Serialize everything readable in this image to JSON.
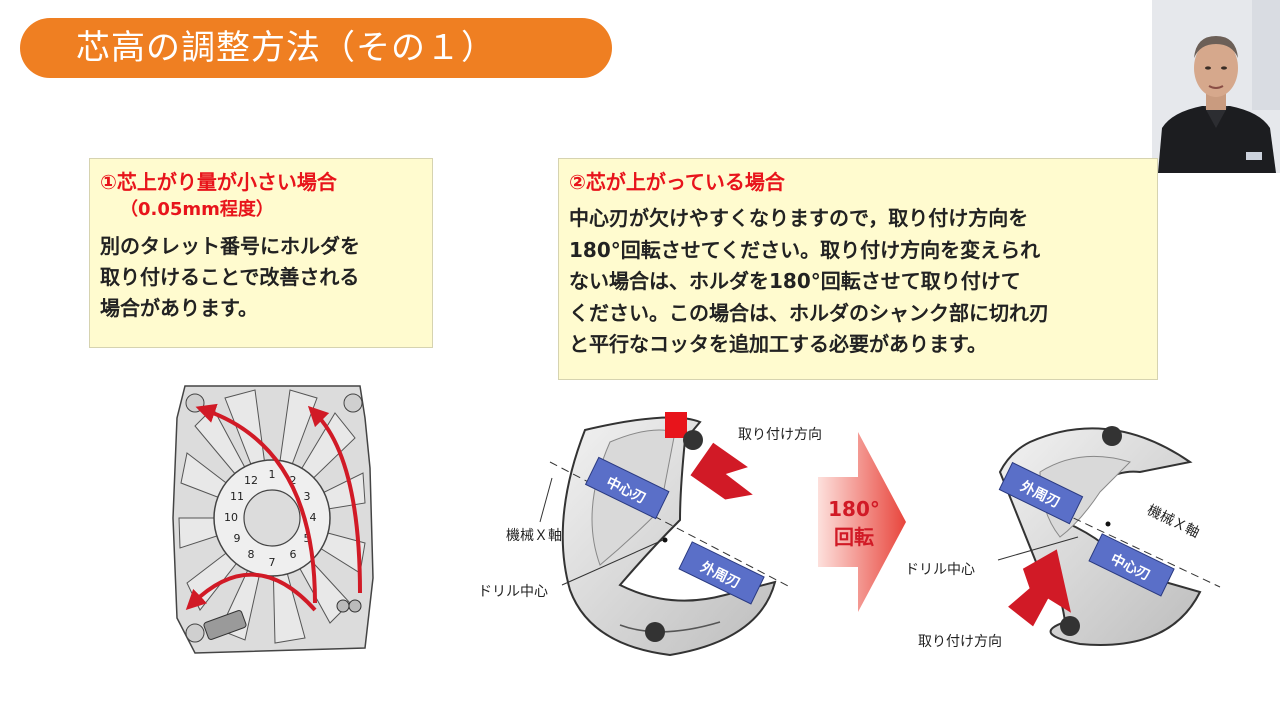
{
  "title": "芯高の調整方法（その１）",
  "case1": {
    "heading": "①芯上がり量が小さい場合",
    "sub": "（0.05mm程度）",
    "lines": [
      "別のタレット番号にホルダを",
      "取り付けることで改善される",
      "場合があります。"
    ]
  },
  "case2": {
    "heading": "②芯が上がっている場合",
    "lines": [
      "中心刃が欠けやすくなりますので，取り付け方向を",
      "180°回転させてください。取り付け方向を変えられ",
      "ない場合は、ホルダを180°回転させて取り付けて",
      "ください。この場合は、ホルダのシャンク部に切れ刃",
      "と平行なコッタを追加工する必要があります。"
    ]
  },
  "turret": {
    "numbers": [
      "1",
      "2",
      "3",
      "4",
      "5",
      "6",
      "7",
      "8",
      "9",
      "10",
      "11",
      "12"
    ]
  },
  "left_drill": {
    "mount_direction": "取り付け方向",
    "machine_x_axis": "機械Ｘ軸",
    "drill_center": "ドリル中心",
    "center_edge": "中心刃",
    "outer_edge": "外周刃"
  },
  "rotation": {
    "angle": "180°",
    "word": "回転"
  },
  "right_drill": {
    "mount_direction": "取り付け方向",
    "machine_x_axis": "機械Ｘ軸",
    "drill_center": "ドリル中心",
    "center_edge": "中心刃",
    "outer_edge": "外周刃"
  },
  "colors": {
    "accent": "#ef7f22",
    "red": "#e8141b",
    "insert": "#5a6fc8",
    "box_bg": "#fffbcf"
  }
}
